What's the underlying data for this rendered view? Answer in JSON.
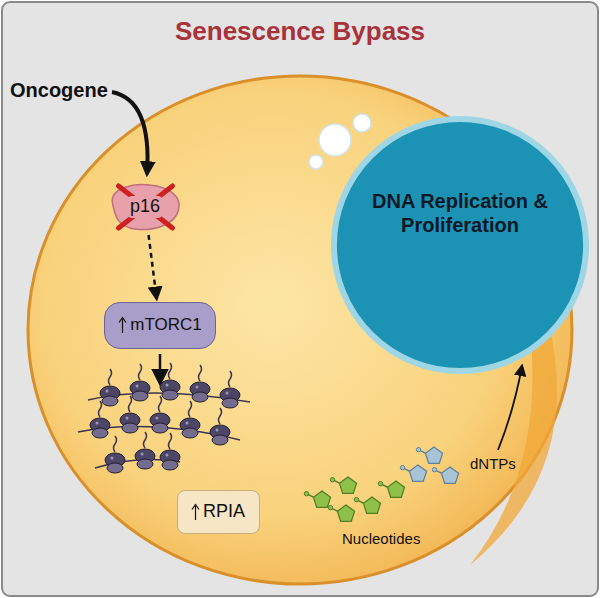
{
  "diagram": {
    "title": "Senescence Bypass",
    "nodes": [
      {
        "text": [
          "p16"
        ]
      },
      {
        "text": [
          "mTORC1"
        ]
      },
      {
        "text": [
          "RPIA"
        ]
      },
      {
        "text": [
          "DNA Replication & Proliferation"
        ]
      }
    ],
    "edges": [
      {
        "from": 0,
        "to": 1,
        "arrow": "to"
      }
    ],
    "labels": [
      "Oncogene",
      "Nucleotides",
      "dNTPs"
    ]
  }
}
